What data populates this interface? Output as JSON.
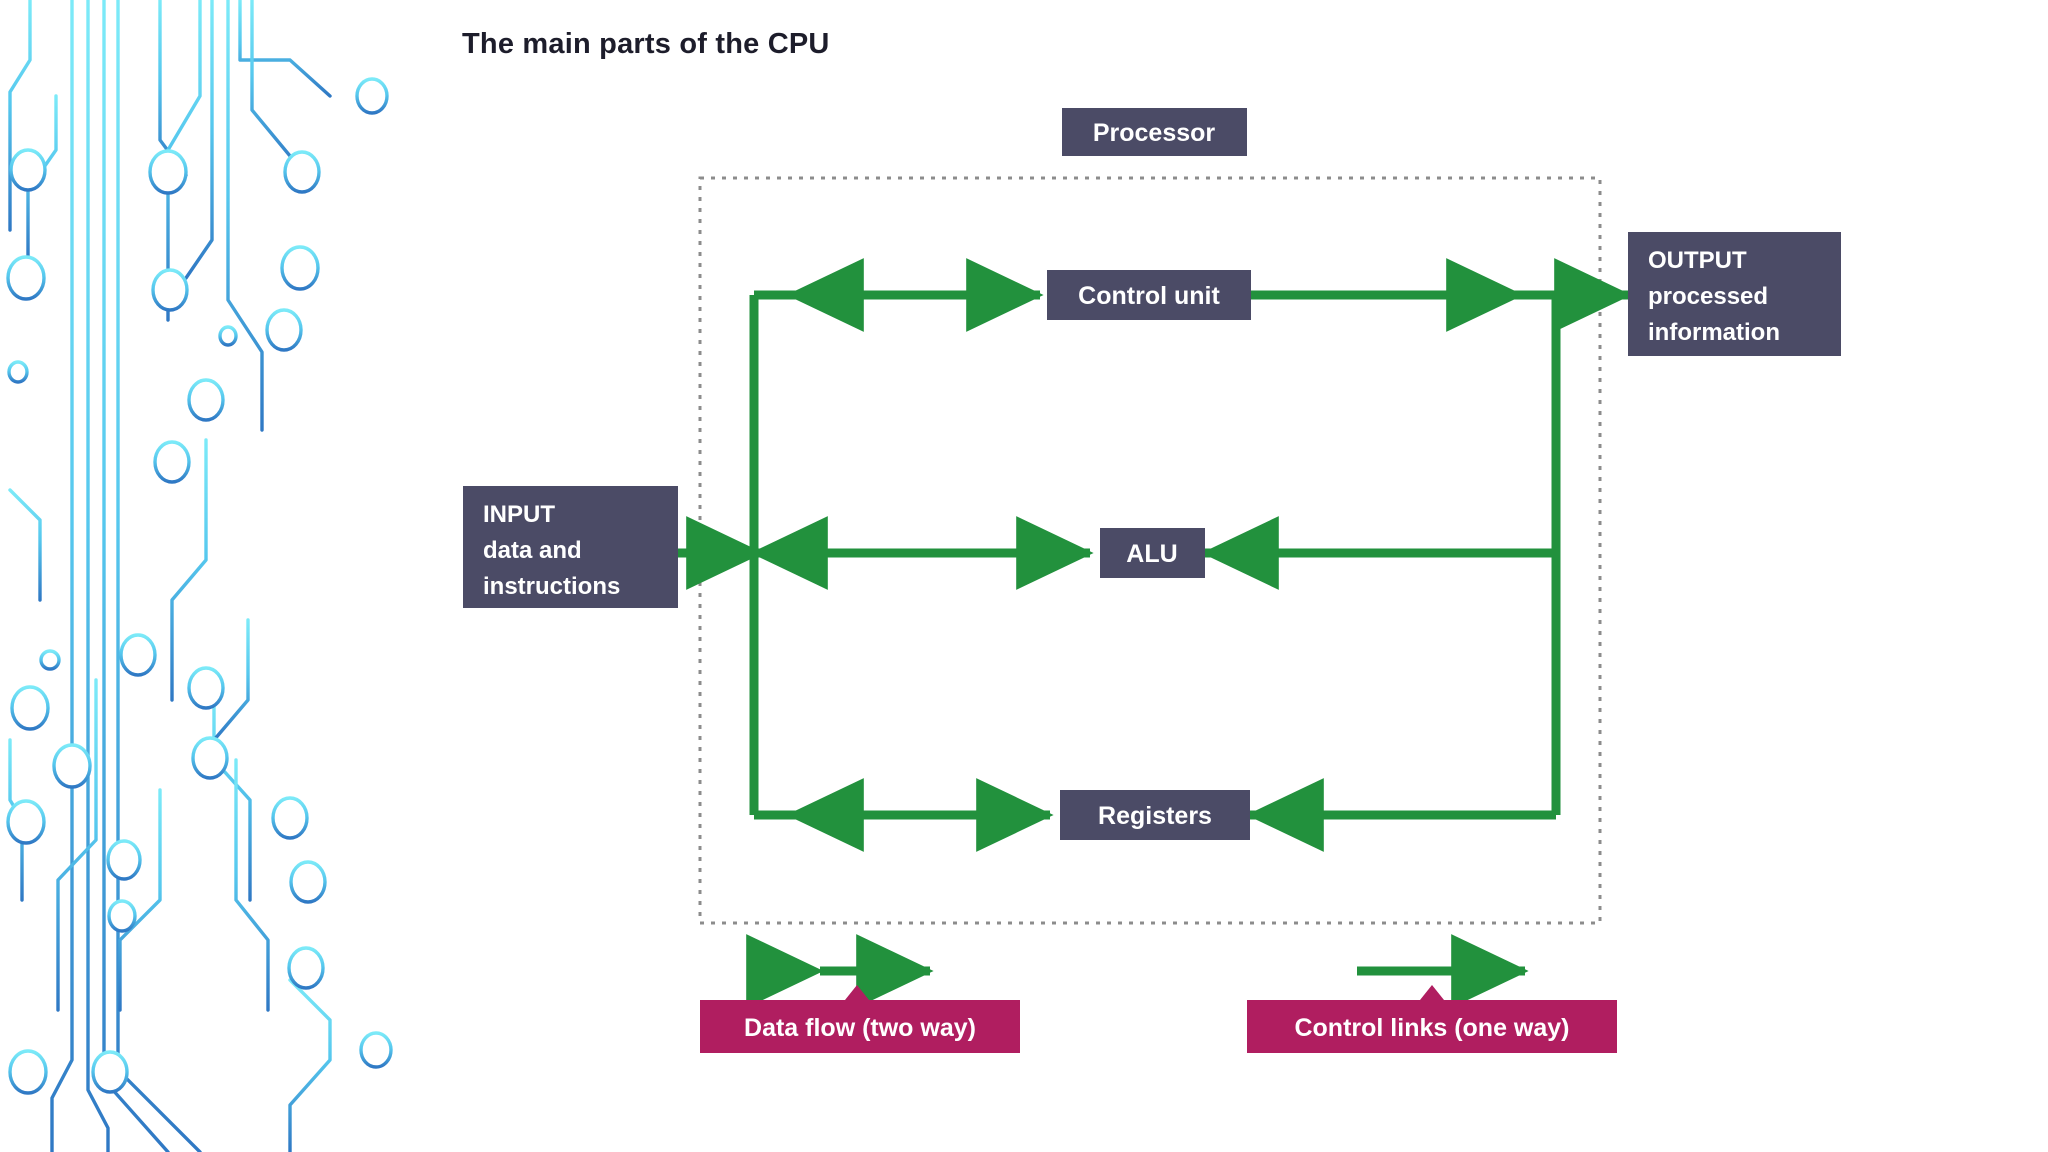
{
  "page": {
    "title": "The main parts of the CPU",
    "background_color": "#ffffff"
  },
  "colors": {
    "node_fill": "#4b4b66",
    "node_text": "#ffffff",
    "arrow_green": "#22913d",
    "legend_fill": "#b01e60",
    "boundary_dotted": "#8c8c8c",
    "title_text": "#1d1d2b",
    "circuit_top": "#5de2f5",
    "circuit_bottom": "#2f78c4"
  },
  "diagram": {
    "boundary_label": "Processor",
    "external_nodes": [
      {
        "id": "input",
        "lines": [
          "INPUT",
          "data and",
          "instructions"
        ]
      },
      {
        "id": "output",
        "lines": [
          "OUTPUT",
          "processed",
          "information"
        ]
      }
    ],
    "internal_nodes": [
      {
        "id": "control-unit",
        "label": "Control unit"
      },
      {
        "id": "alu",
        "label": "ALU"
      },
      {
        "id": "registers",
        "label": "Registers"
      }
    ]
  },
  "legend": {
    "items": [
      {
        "id": "data-flow",
        "label": "Data flow (two way)",
        "arrow": "double-headed-arrow"
      },
      {
        "id": "control-links",
        "label": "Control links (one way)",
        "arrow": "single-headed-arrow"
      }
    ]
  },
  "decoration": {
    "name": "circuit-board-traces"
  }
}
